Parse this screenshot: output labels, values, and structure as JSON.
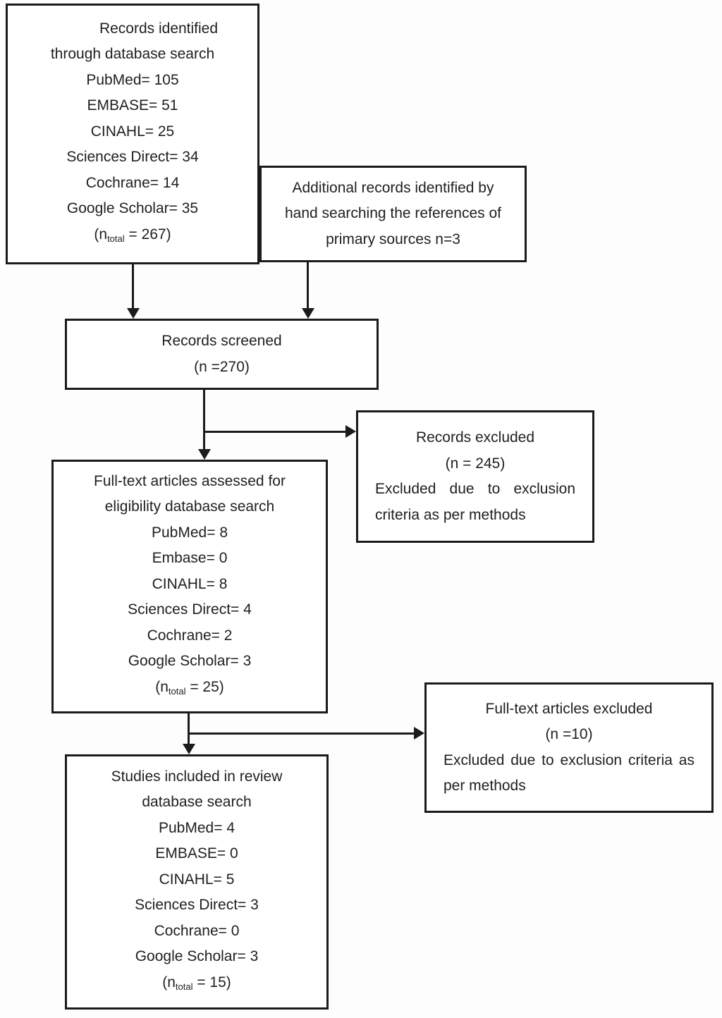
{
  "figure": {
    "background": "#ffffff",
    "line_color": "#1b1b1b",
    "text_color": "#1f1f1f"
  },
  "boxes": {
    "identified": {
      "lines": [
        "Records identified",
        "through database search",
        "PubMed= 105",
        "EMBASE= 51",
        "CINAHL= 25",
        "Sciences Direct= 34",
        "Cochrane= 14",
        "Google Scholar= 35"
      ],
      "total": {
        "pre": "(n",
        "sub": "total",
        "post": " = 267)"
      }
    },
    "additional": {
      "lines": [
        "Additional records identified by",
        "hand searching the references of",
        "primary sources n=3"
      ]
    },
    "screened": {
      "lines": [
        "Records screened",
        "(n =270)"
      ]
    },
    "records_excluded": {
      "lines": [
        "Records excluded",
        "(n = 245)",
        "Excluded due to exclusion",
        "criteria as per methods"
      ]
    },
    "fulltext_assessed": {
      "lines": [
        "Full-text articles assessed for",
        "eligibility database search",
        "PubMed= 8",
        "Embase= 0",
        "CINAHL= 8",
        "Sciences Direct= 4",
        "Cochrane= 2",
        "Google Scholar= 3"
      ],
      "total": {
        "pre": "(n",
        "sub": "total",
        "post": " = 25)"
      }
    },
    "fulltext_excluded": {
      "lines": [
        "Full-text articles excluded",
        "(n =10)",
        "Excluded due to exclusion criteria as",
        "per methods"
      ]
    },
    "included": {
      "lines": [
        "Studies included in review",
        "database search",
        "PubMed= 4",
        "EMBASE= 0",
        "CINAHL= 5",
        "Sciences Direct= 3",
        "Cochrane= 0",
        "Google Scholar= 3"
      ],
      "total": {
        "pre": "(n",
        "sub": "total",
        "post": " = 15)"
      }
    }
  }
}
